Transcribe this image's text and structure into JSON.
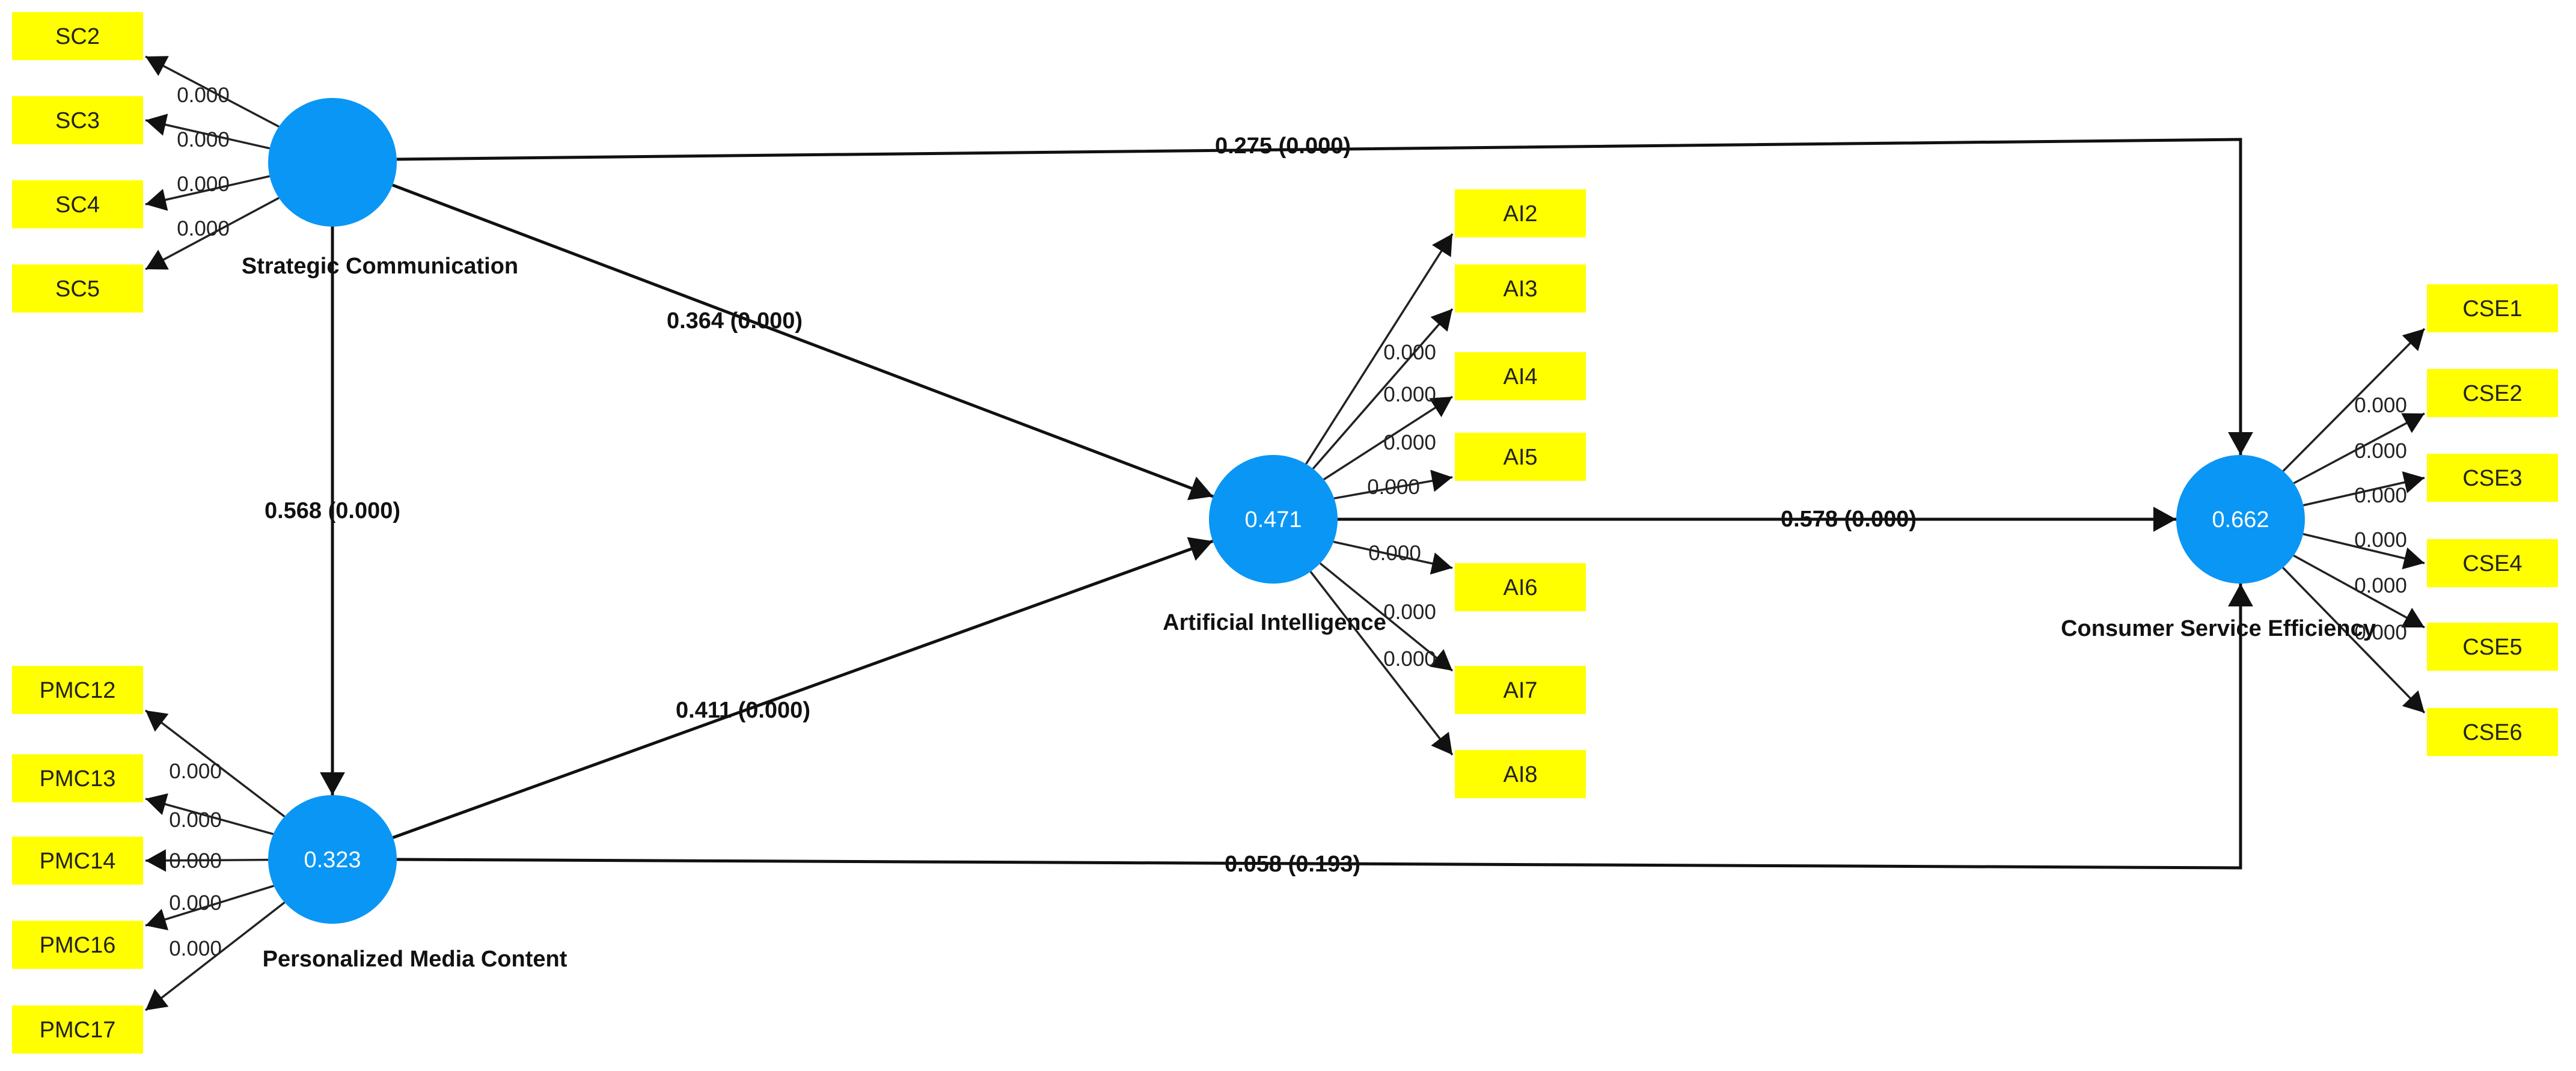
{
  "latents": {
    "sc": {
      "name": "Strategic Communication",
      "r2": ""
    },
    "pmc": {
      "name": "Personalized Media Content",
      "r2": "0.323"
    },
    "ai": {
      "name": "Artificial Intelligence",
      "r2": "0.471"
    },
    "cse": {
      "name": "Consumer Service Efficiency",
      "r2": "0.662"
    }
  },
  "paths": {
    "sc_cse": "0.275 (0.000)",
    "sc_ai": "0.364 (0.000)",
    "sc_pmc": "0.568 (0.000)",
    "pmc_ai": "0.411 (0.000)",
    "ai_cse": "0.578 (0.000)",
    "pmc_cse": "0.058 (0.193)"
  },
  "indicators": {
    "sc": [
      {
        "label": "SC2",
        "loading": "0.000"
      },
      {
        "label": "SC3",
        "loading": "0.000"
      },
      {
        "label": "SC4",
        "loading": "0.000"
      },
      {
        "label": "SC5",
        "loading": "0.000"
      }
    ],
    "pmc": [
      {
        "label": "PMC12",
        "loading": "0.000"
      },
      {
        "label": "PMC13",
        "loading": "0.000"
      },
      {
        "label": "PMC14",
        "loading": "0.000"
      },
      {
        "label": "PMC16",
        "loading": "0.000"
      },
      {
        "label": "PMC17",
        "loading": "0.000"
      }
    ],
    "ai": [
      {
        "label": "AI2",
        "loading": "0.000"
      },
      {
        "label": "AI3",
        "loading": "0.000"
      },
      {
        "label": "AI4",
        "loading": "0.000"
      },
      {
        "label": "AI5",
        "loading": "0.000"
      },
      {
        "label": "AI6",
        "loading": "0.000"
      },
      {
        "label": "AI7",
        "loading": "0.000"
      },
      {
        "label": "AI8",
        "loading": "0.000"
      }
    ],
    "cse": [
      {
        "label": "CSE1",
        "loading": "0.000"
      },
      {
        "label": "CSE2",
        "loading": "0.000"
      },
      {
        "label": "CSE3",
        "loading": "0.000"
      },
      {
        "label": "CSE4",
        "loading": "0.000"
      },
      {
        "label": "CSE5",
        "loading": "0.000"
      },
      {
        "label": "CSE6",
        "loading": "0.000"
      }
    ]
  },
  "colors": {
    "latent_fill": "#0a96f5",
    "indicator_fill": "#ffff00",
    "line": "#111111"
  }
}
